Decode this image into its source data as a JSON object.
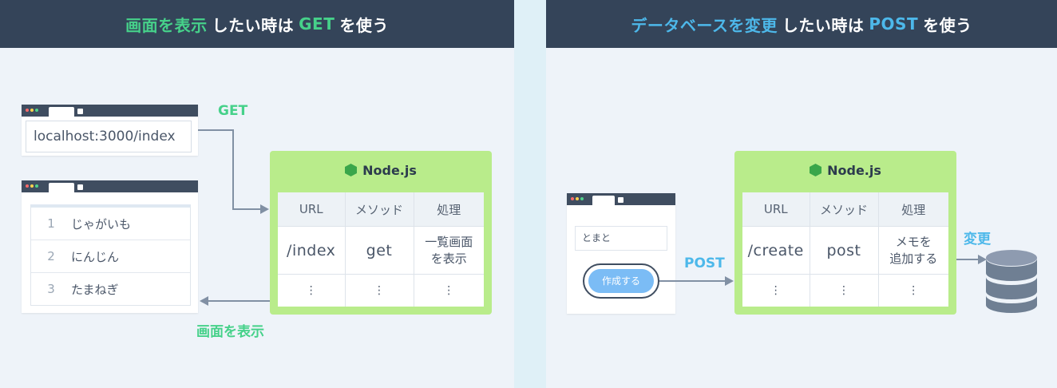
{
  "left": {
    "header": {
      "highlight": "画面を表示",
      "middle": "したい時は",
      "method": "GET",
      "end": "を使う"
    },
    "url": "localhost:3000/index",
    "get_label": "GET",
    "display_label": "画面を表示",
    "list": [
      {
        "num": "1",
        "text": "じゃがいも"
      },
      {
        "num": "2",
        "text": "にんじん"
      },
      {
        "num": "3",
        "text": "たまねぎ"
      }
    ],
    "node": {
      "title": "Node.js",
      "headers": [
        "URL",
        "メソッド",
        "処理"
      ],
      "row": {
        "url": "/index",
        "method": "get",
        "process": "一覧画面\nを表示"
      },
      "ellipsis": "⋮"
    }
  },
  "right": {
    "header": {
      "highlight": "データベースを変更",
      "middle": "したい時は",
      "method": "POST",
      "end": "を使う"
    },
    "input_value": "とまと",
    "button_label": "作成する",
    "post_label": "POST",
    "change_label": "変更",
    "node": {
      "title": "Node.js",
      "headers": [
        "URL",
        "メソッド",
        "処理"
      ],
      "row": {
        "url": "/create",
        "method": "post",
        "process": "メモを\n追加する"
      },
      "ellipsis": "⋮"
    }
  },
  "colors": {
    "header_bg": "#344459",
    "green": "#46d18a",
    "blue": "#4db8ea",
    "node_bg": "#b9ec8b",
    "button": "#7bbcf5"
  },
  "icons": [
    "hexagon-icon",
    "database-icon",
    "arrow-icon"
  ]
}
